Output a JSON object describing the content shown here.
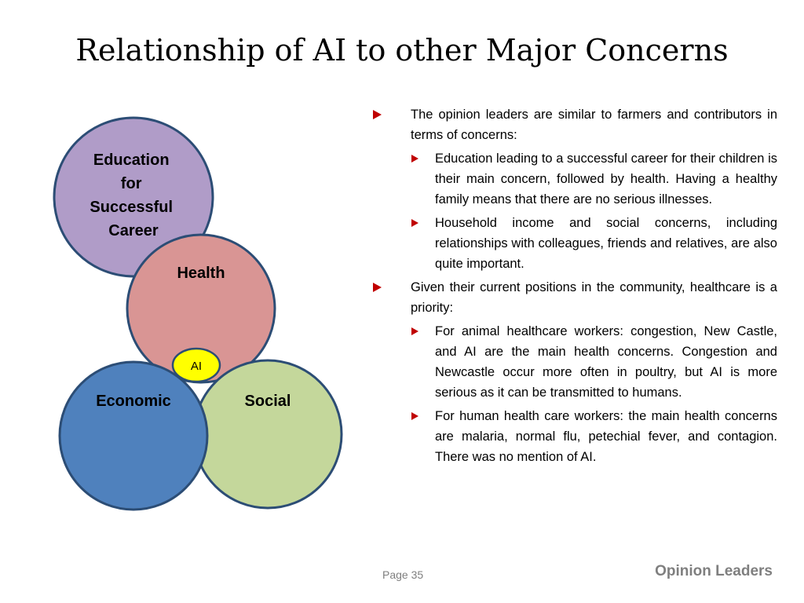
{
  "slide": {
    "title": "Relationship of AI to other Major Concerns"
  },
  "diagram": {
    "circles": [
      {
        "id": "education",
        "lines": [
          "Education",
          "for",
          "Successful",
          "Career"
        ],
        "color": "#b09cc8"
      },
      {
        "id": "health",
        "lines": [
          "Health"
        ],
        "color": "#d99594"
      },
      {
        "id": "social",
        "lines": [
          "Social"
        ],
        "color": "#c4d79b"
      },
      {
        "id": "economic",
        "lines": [
          "Economic"
        ],
        "color": "#4f81bd"
      }
    ],
    "center_label": "AI",
    "center_color": "#ffff00",
    "outline_color": "#2c4d75"
  },
  "bullets": [
    {
      "level": 1,
      "text": "The opinion leaders are similar to farmers and contributors in terms of concerns:"
    },
    {
      "level": 2,
      "text": "Education leading to a successful career for their children is their main concern, followed by health. Having a healthy family means that there are no serious illnesses."
    },
    {
      "level": 2,
      "text": "Household income and social concerns, including relationships with colleagues, friends and relatives, are also quite important."
    },
    {
      "level": 1,
      "text": "Given their current positions in the community, healthcare is a priority:"
    },
    {
      "level": 2,
      "text": "For animal healthcare workers: congestion, New Castle, and AI are the main health concerns. Congestion and Newcastle occur  more often in poultry, but AI is more serious as it can be transmitted to humans."
    },
    {
      "level": 2,
      "text": "For human health care workers: the main health concerns are malaria, normal flu, petechial fever, and contagion. There was no mention of AI."
    }
  ],
  "footer": {
    "page": "Page 35",
    "section": "Opinion Leaders"
  },
  "colors": {
    "bullet_arrow": "#c00000",
    "footer_text": "#7f7f7f"
  }
}
